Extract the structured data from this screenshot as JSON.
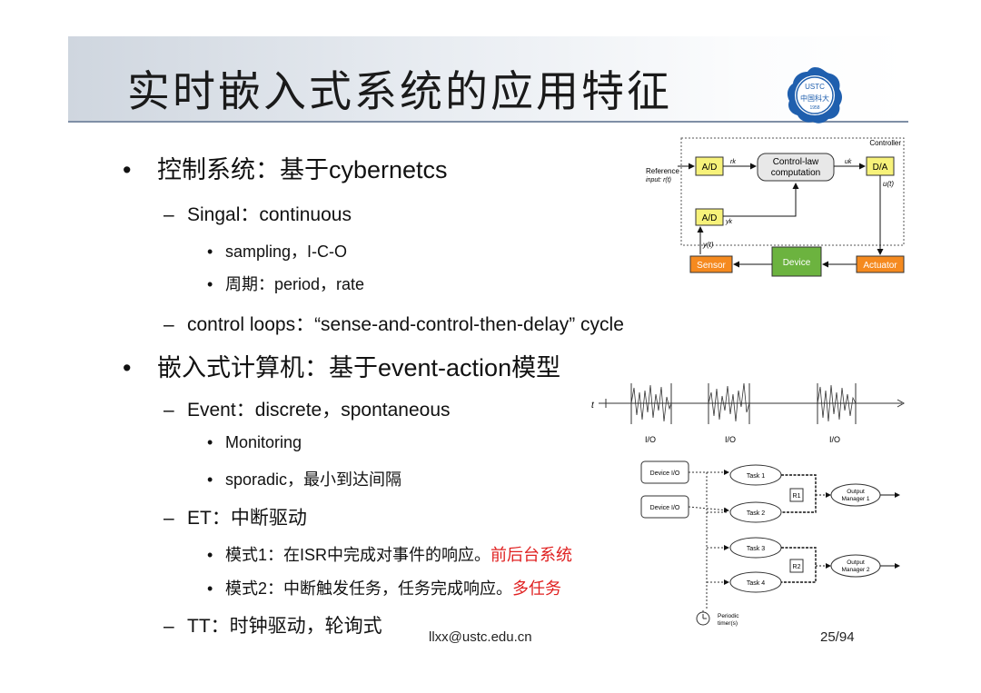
{
  "title": "实时嵌入式系统的应用特征",
  "logo": {
    "top_text": "USTC",
    "mid_text": "中国科大",
    "year": "1958"
  },
  "bullets": {
    "b1": {
      "marker": "•",
      "text": "控制系统：基于cybernetcs"
    },
    "b1_1": {
      "marker": "–",
      "text": "Singal：continuous"
    },
    "b1_1_1": {
      "marker": "•",
      "text": "sampling，I-C-O"
    },
    "b1_1_2": {
      "marker": "•",
      "text": "周期：period，rate"
    },
    "b1_2": {
      "marker": "–",
      "text": "control loops：“sense-and-control-then-delay” cycle"
    },
    "b2": {
      "marker": "•",
      "text": "嵌入式计算机：基于event-action模型"
    },
    "b2_1": {
      "marker": "–",
      "text": "Event：discrete，spontaneous"
    },
    "b2_1_1": {
      "marker": "•",
      "text": "Monitoring"
    },
    "b2_1_2": {
      "marker": "•",
      "text": "sporadic，最小到达间隔"
    },
    "b2_2": {
      "marker": "–",
      "text": "ET：中断驱动"
    },
    "b2_2_1": {
      "marker": "•",
      "text": "模式1：在ISR中完成对事件的响应。",
      "highlight": "前后台系统"
    },
    "b2_2_2": {
      "marker": "•",
      "text": "模式2：中断触发任务，任务完成响应。",
      "highlight": "多任务"
    },
    "b2_3": {
      "marker": "–",
      "text": "TT：时钟驱动，轮询式"
    }
  },
  "footer": {
    "email": "llxx@ustc.edu.cn",
    "page": "25/94"
  },
  "control_diagram": {
    "controller_label": "Controller",
    "ref_input": "Reference",
    "ref_input2": "input: r(t)",
    "rk": "rk",
    "ad1": "A/D",
    "ad2": "A/D",
    "yk": "yk",
    "law1": "Control-law",
    "law2": "computation",
    "uk": "uk",
    "da": "D/A",
    "ut": "u(t)",
    "yt": "y(t)",
    "sensor": "Sensor",
    "device": "Device",
    "actuator": "Actuator"
  },
  "event_diagram": {
    "axis_label": "t",
    "io_labels": [
      "I/O",
      "I/O",
      "I/O"
    ]
  },
  "task_diagram": {
    "device_io": [
      "Device I/O",
      "Device I/O"
    ],
    "tasks": [
      "Task 1",
      "Task 2",
      "Task 3",
      "Task 4"
    ],
    "resources": [
      "R1",
      "R2"
    ],
    "outputs": [
      [
        "Output",
        "Manager 1"
      ],
      [
        "Output",
        "Manager 2"
      ]
    ],
    "timer": [
      "Periodic",
      "timer(s)"
    ]
  },
  "colors": {
    "ad_box": "#f7f27a",
    "orange": "#f58a1f",
    "green": "#6cb33f",
    "red_text": "#e02020"
  }
}
